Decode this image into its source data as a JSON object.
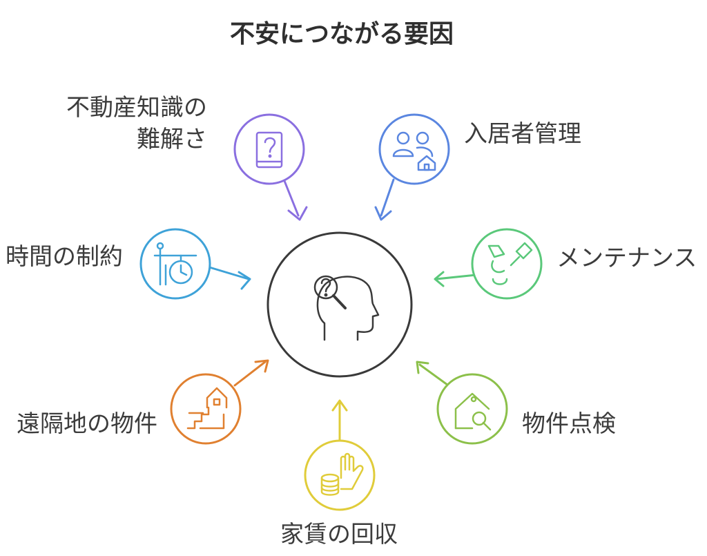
{
  "title": "不安につながる要因",
  "center": {
    "icon": "head-question-icon"
  },
  "factors": [
    {
      "id": "knowledge",
      "label_line1": "不動産知識の",
      "label_line2": "難解さ",
      "icon": "book-question-icon",
      "color": "#8a6fe0"
    },
    {
      "id": "tenant",
      "label": "入居者管理",
      "icon": "people-house-icon",
      "color": "#5a86e0"
    },
    {
      "id": "maintenance",
      "label": "メンテナンス",
      "icon": "plumbing-tools-icon",
      "color": "#5ac87a"
    },
    {
      "id": "inspection",
      "label": "物件点検",
      "icon": "house-magnifier-icon",
      "color": "#8cc04a"
    },
    {
      "id": "rent",
      "label": "家賃の回収",
      "icon": "hand-coins-icon",
      "color": "#e0cc3a"
    },
    {
      "id": "remote",
      "label": "遠隔地の物件",
      "icon": "house-on-stairs-icon",
      "color": "#e08030"
    },
    {
      "id": "time",
      "label": "時間の制約",
      "icon": "hanging-clock-icon",
      "color": "#3ea2d8"
    }
  ]
}
